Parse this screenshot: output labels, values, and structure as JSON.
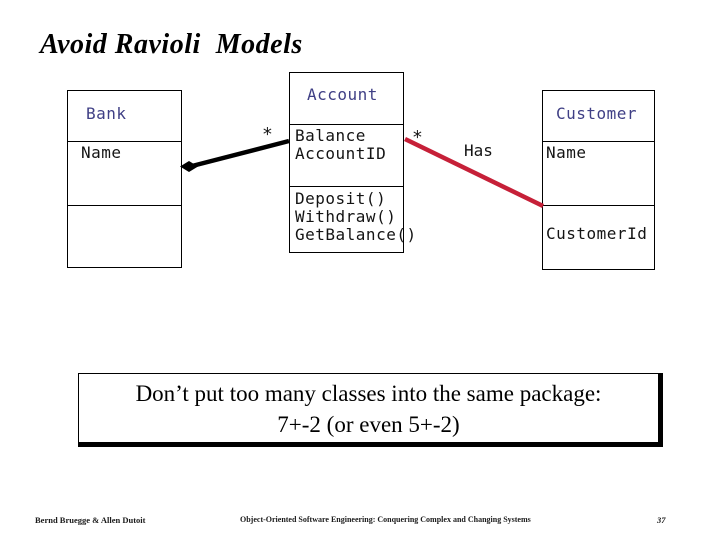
{
  "slide": {
    "title": "Avoid Ravioli  Models",
    "note": {
      "line1": "Don’t put too many classes into the same package:",
      "line2": "7+-2 (or even 5+-2)"
    },
    "footer": {
      "authors": "Bernd Bruegge & Allen Dutoit",
      "book": "Object-Oriented Software Engineering: Conquering Complex and Changing Systems",
      "page": "37"
    }
  },
  "diagram": {
    "classes": [
      {
        "name": "Bank",
        "attributes": [
          "Name"
        ],
        "operations": []
      },
      {
        "name": "Account",
        "attributes": [
          "Balance",
          "AccountID"
        ],
        "operations": [
          "Deposit()",
          "Withdraw()",
          "GetBalance()"
        ]
      },
      {
        "name": "Customer",
        "attributes": [
          "Name"
        ],
        "operations": [
          "CustomerId"
        ]
      }
    ],
    "associations": [
      {
        "id": "bank-account",
        "type": "aggregation",
        "multiplicity": "*"
      },
      {
        "id": "account-customer",
        "type": "association",
        "label": "Has",
        "multiplicity": "*"
      }
    ],
    "colors": {
      "class_name_text": "#3f3f85",
      "member_text": "#141414",
      "association_black": "#000000",
      "association_red": "#c62038"
    }
  }
}
